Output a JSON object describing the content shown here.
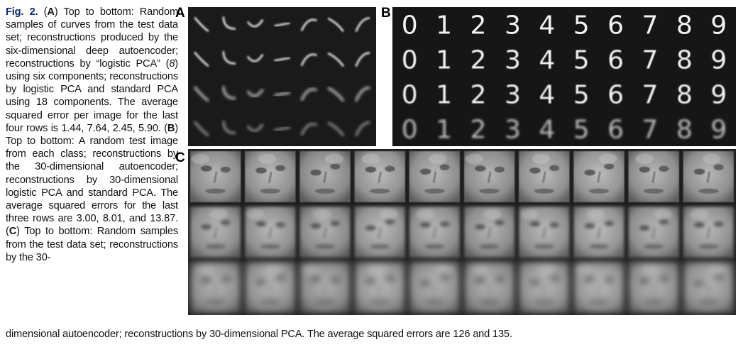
{
  "caption": {
    "fig_label": "Fig. 2.",
    "segments": [
      {
        "t": " (",
        "s": "n"
      },
      {
        "t": "A",
        "s": "b"
      },
      {
        "t": ") Top to bottom: Random samples of curves from the test data set; reconstructions produced by the six-dimensional deep autoencoder; reconstructions by “logistic PCA” (",
        "s": "n"
      },
      {
        "t": "8",
        "s": "i"
      },
      {
        "t": ") using six components; reconstructions by logistic PCA and standard PCA using 18 components. The average squared error per image for the last four rows is 1.44, 7.64, 2.45, 5.90. (",
        "s": "n"
      },
      {
        "t": "B",
        "s": "b"
      },
      {
        "t": ") Top to bottom: A random test image from each class; reconstructions by the 30-dimensional autoencoder; reconstructions by 30-dimensional logistic PCA and standard PCA. The average squared errors for the last three rows are 3.00, 8.01, and 13.87. (",
        "s": "n"
      },
      {
        "t": "C",
        "s": "b"
      },
      {
        "t": ") Top to bottom: Random samples from the test data set; reconstructions by the 30-",
        "s": "n"
      }
    ],
    "tail": "dimensional autoencoder; reconstructions by 30-dimensional PCA. The average squared errors are 126 and 135."
  },
  "panels": {
    "a_label": "A",
    "b_label": "B",
    "c_label": "C",
    "b_digits": [
      "0",
      "1",
      "2",
      "3",
      "4",
      "5",
      "6",
      "7",
      "8",
      "9"
    ]
  }
}
